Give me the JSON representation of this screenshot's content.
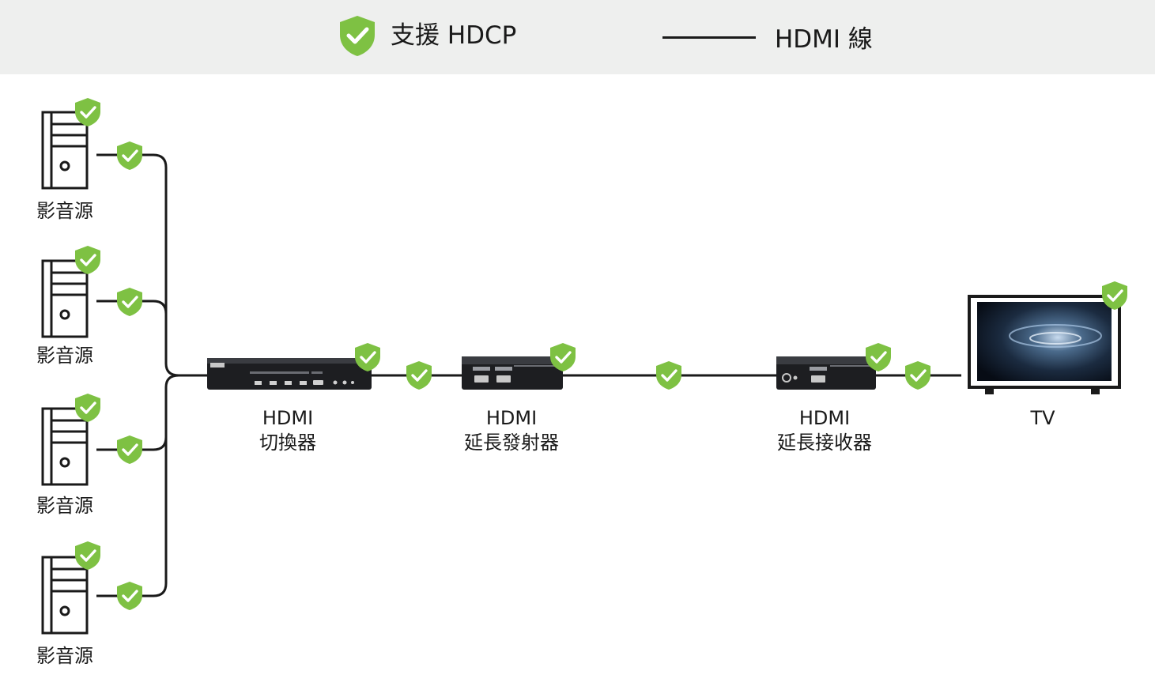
{
  "legend": {
    "hdcp_label": "支援 HDCP",
    "cable_label": "HDMI 線"
  },
  "sources": [
    {
      "label": "影音源"
    },
    {
      "label": "影音源"
    },
    {
      "label": "影音源"
    },
    {
      "label": "影音源"
    }
  ],
  "devices": {
    "switcher": {
      "line1": "HDMI",
      "line2": "切換器"
    },
    "transmitter": {
      "line1": "HDMI",
      "line2": "延長發射器"
    },
    "receiver": {
      "line1": "HDMI",
      "line2": "延長接收器"
    },
    "tv": {
      "line1": "TV"
    }
  },
  "icons": {
    "hdcp_badge": "shield-check-icon",
    "source": "pc-tower-icon",
    "display": "tv-icon"
  },
  "colors": {
    "hdcp_green": "#7ec143",
    "cable": "#1a1a1a",
    "legend_bg": "#eeefee"
  }
}
